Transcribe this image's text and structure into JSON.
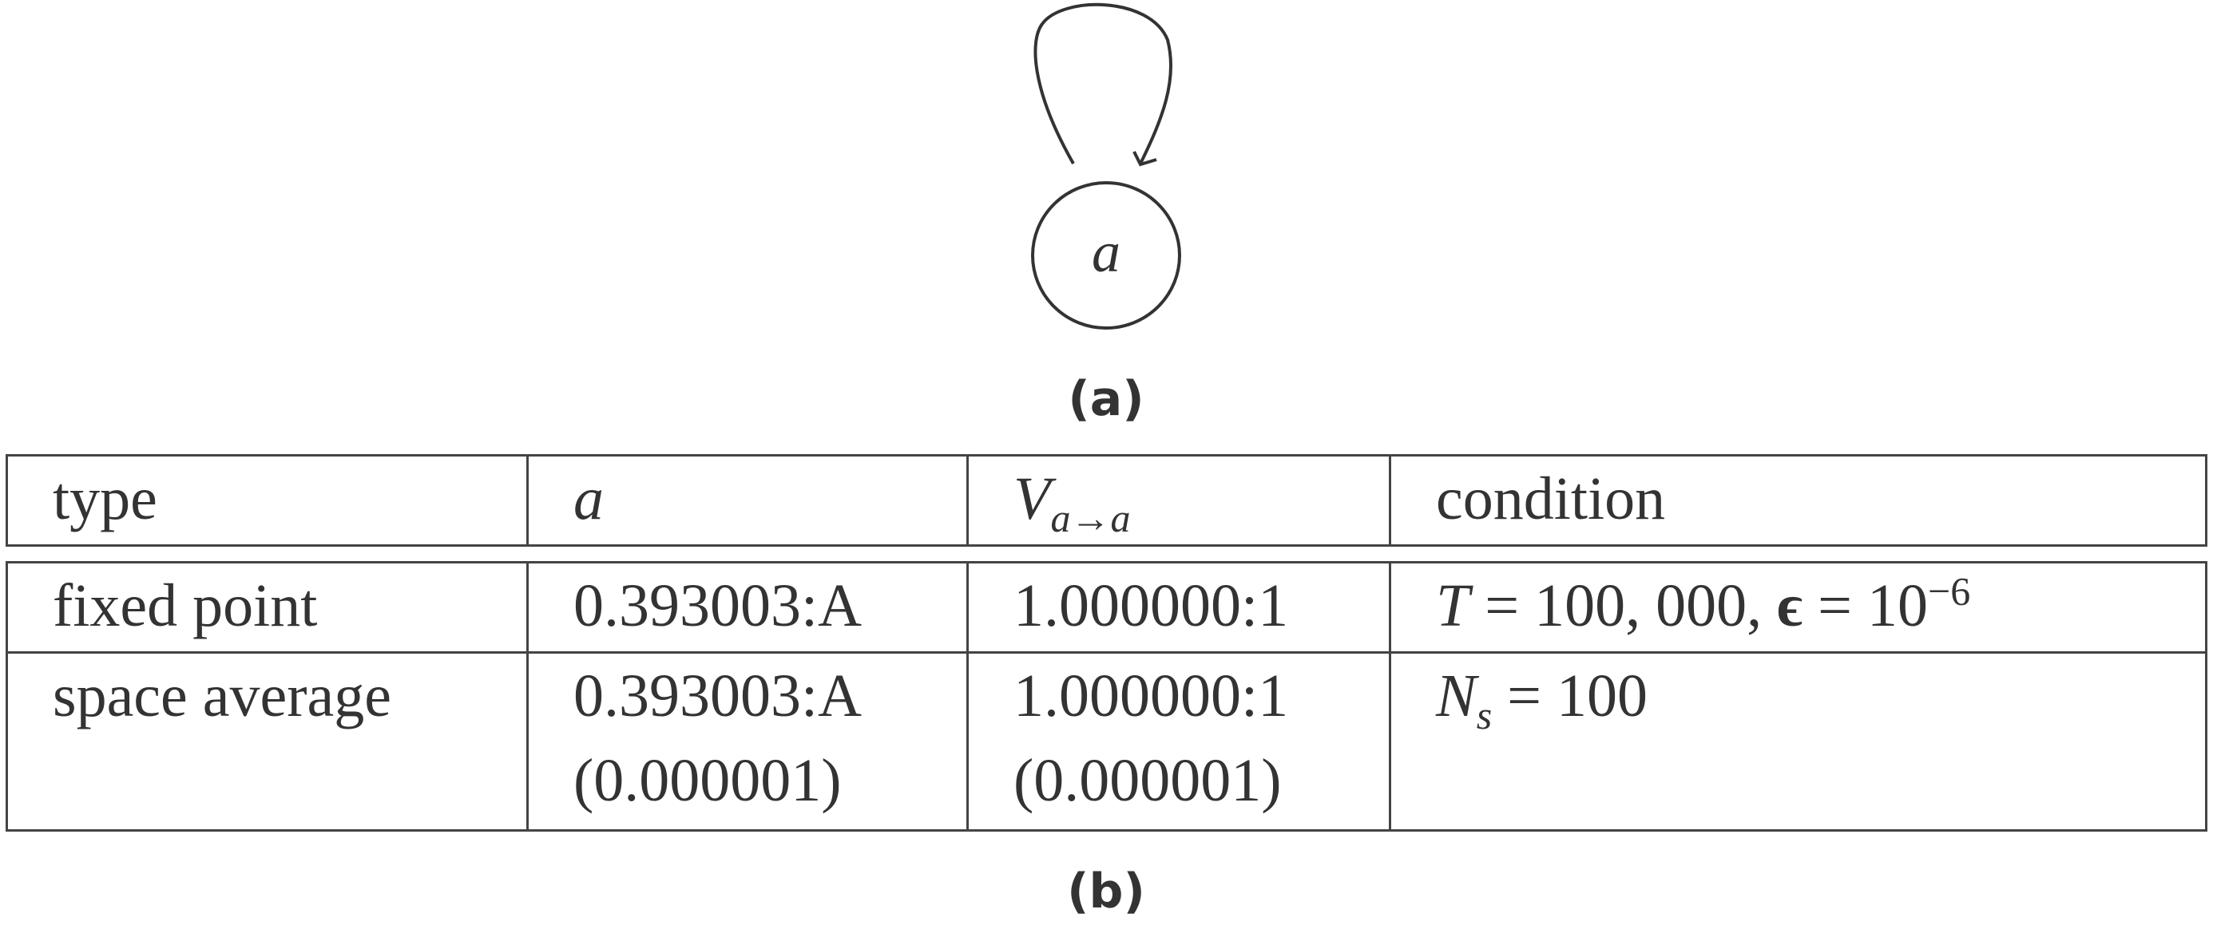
{
  "graph": {
    "node_label": "a",
    "caption": "(a)"
  },
  "table": {
    "headers": {
      "type": "type",
      "a": "a",
      "v_main": "V",
      "v_sub": "a→a",
      "condition": "condition"
    },
    "rows": [
      {
        "type": "fixed point",
        "a": "0.393003:A",
        "v": "1.000000:1",
        "cond_T": "T",
        "cond_T_val": " = 100, 000, ",
        "cond_eps": "ϵ",
        "cond_eps_val": " = 10",
        "cond_eps_exp": "−6"
      },
      {
        "type": "space average",
        "a": "0.393003:A",
        "a_sd": "(0.000001)",
        "v": "1.000000:1",
        "v_sd": "(0.000001)",
        "cond_N": "N",
        "cond_N_sub": "s",
        "cond_N_val": " = 100"
      }
    ],
    "caption": "(b)"
  }
}
